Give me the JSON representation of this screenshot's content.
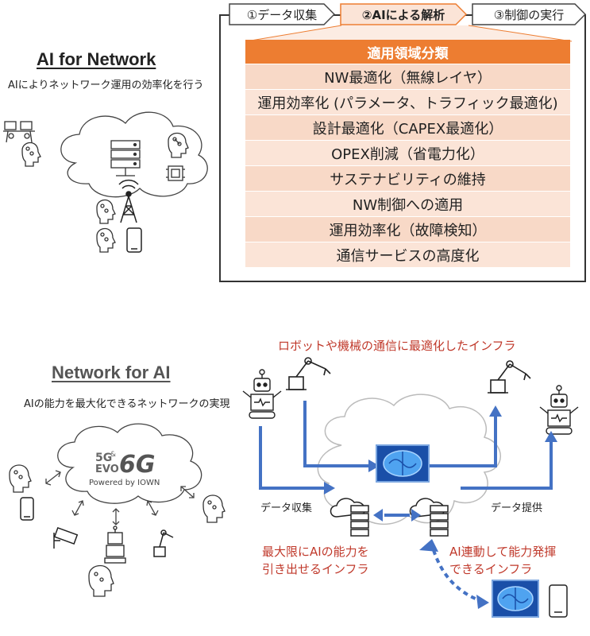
{
  "steps": [
    {
      "label": "①データ収集"
    },
    {
      "label": "②AIによる解析"
    },
    {
      "label": "③制御の実行"
    }
  ],
  "top": {
    "title": "AI for Network",
    "subtitle": "AIによりネットワーク運用の効率化を行う"
  },
  "table": {
    "header": "適用領域分類",
    "rows": [
      "NW最適化（無線レイヤ）",
      "運用効率化 (パラメータ、トラフィック最適化)",
      "設計最適化（CAPEX最適化）",
      "OPEX削減（省電力化）",
      "サステナビリティの維持",
      "NW制御への適用",
      "運用効率化（故障検知）",
      "通信サービスの高度化"
    ]
  },
  "bottom": {
    "title": "Network for AI",
    "subtitle": "AIの能力を最大化できるネットワークの実現",
    "logo": {
      "line1": "5G",
      "amp": "&",
      "line2": "EVO",
      "big": "6G",
      "powered": "Powered by IOWN"
    },
    "headline": "ロボットや機械の通信に最適化したインフラ",
    "collect_label": "データ収集",
    "provide_label": "データ提供",
    "note_left_1": "最大限にAIの能力を",
    "note_left_2": "引き出せるインフラ",
    "note_right_1": "AI連動して能力発揮",
    "note_right_2": "できるインフラ"
  },
  "colors": {
    "accent": "#ed7d31",
    "row": "#fbe4d7",
    "arrow": "#4472c4",
    "red": "#c0392b",
    "brain": "#1f6fd1"
  }
}
